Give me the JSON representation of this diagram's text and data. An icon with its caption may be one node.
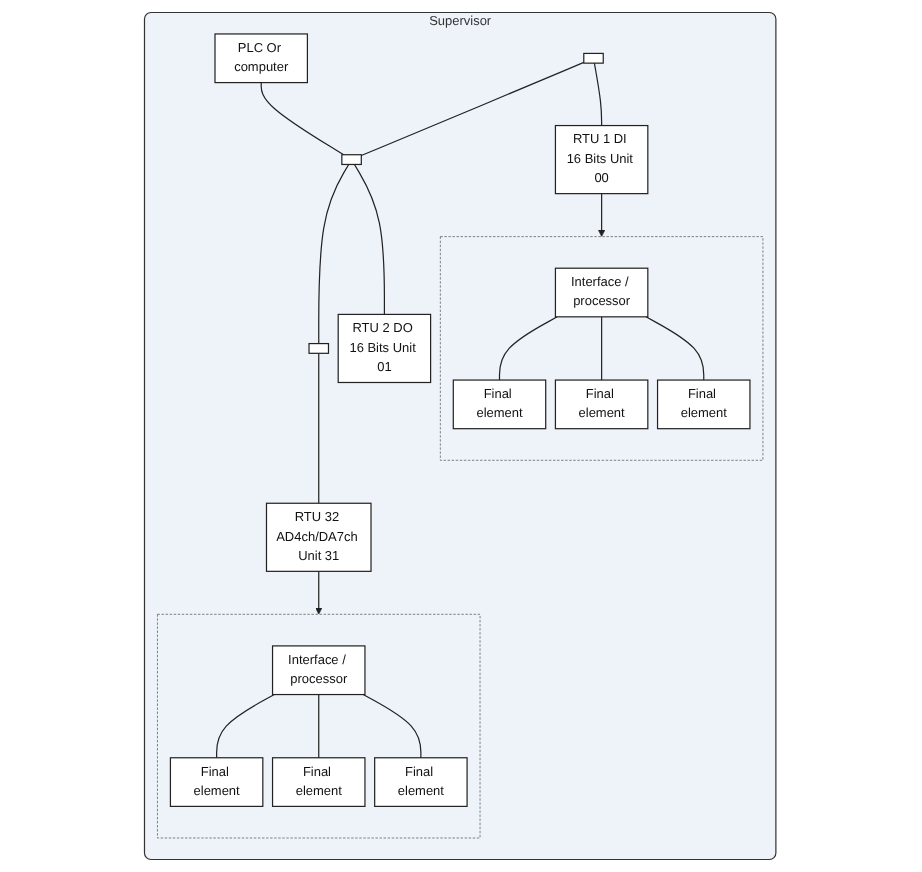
{
  "diagram": {
    "nodes": [
      {
        "text": [
          "Supervisor"
        ]
      },
      {
        "text": [
          "PLC Or computer"
        ],
        "in": 0
      },
      {
        "text": [],
        "shape": "box",
        "in": 0
      },
      {
        "text": [],
        "shape": "box",
        "in": 0
      },
      {
        "text": [],
        "shape": "box",
        "in": 0
      },
      {
        "text": [
          "RTU 1 DI 16 Bits Unit 00"
        ],
        "in": 0
      },
      {
        "text": [
          "RTU 2 DO 16 Bits Unit 01"
        ],
        "in": 0
      },
      {
        "text": [
          "RTU 32 AD4ch/DA7ch Unit 31"
        ],
        "in": 0
      },
      {
        "text": [],
        "shape": "box",
        "in": 0
      },
      {
        "text": [
          "Interface / processor"
        ],
        "in": 8
      },
      {
        "text": [
          "Final element"
        ],
        "in": 8
      },
      {
        "text": [
          "Final element"
        ],
        "in": 8
      },
      {
        "text": [
          "Final element"
        ],
        "in": 8
      },
      {
        "text": [],
        "shape": "box",
        "in": 0
      },
      {
        "text": [
          "Interface / processor"
        ],
        "in": 13
      },
      {
        "text": [
          "Final element"
        ],
        "in": 13
      },
      {
        "text": [
          "Final element"
        ],
        "in": 13
      },
      {
        "text": [
          "Final element"
        ],
        "in": 13
      }
    ],
    "edges": [
      {
        "from": 1,
        "to": 3,
        "arrow": "none"
      },
      {
        "from": 2,
        "to": 3,
        "arrow": "none"
      },
      {
        "from": 3,
        "to": 4,
        "arrow": "none"
      },
      {
        "from": 2,
        "to": 5,
        "arrow": "none"
      },
      {
        "from": 3,
        "to": 6,
        "arrow": "none"
      },
      {
        "from": 4,
        "to": 7,
        "arrow": "none"
      },
      {
        "from": 5,
        "to": 8,
        "arrow": "to"
      },
      {
        "from": 7,
        "to": 13,
        "arrow": "to"
      },
      {
        "from": 9,
        "to": 10,
        "arrow": "none"
      },
      {
        "from": 9,
        "to": 11,
        "arrow": "none"
      },
      {
        "from": 9,
        "to": 12,
        "arrow": "none"
      },
      {
        "from": 14,
        "to": 15,
        "arrow": "none"
      },
      {
        "from": 14,
        "to": 16,
        "arrow": "none"
      },
      {
        "from": 14,
        "to": 17,
        "arrow": "none"
      }
    ]
  }
}
